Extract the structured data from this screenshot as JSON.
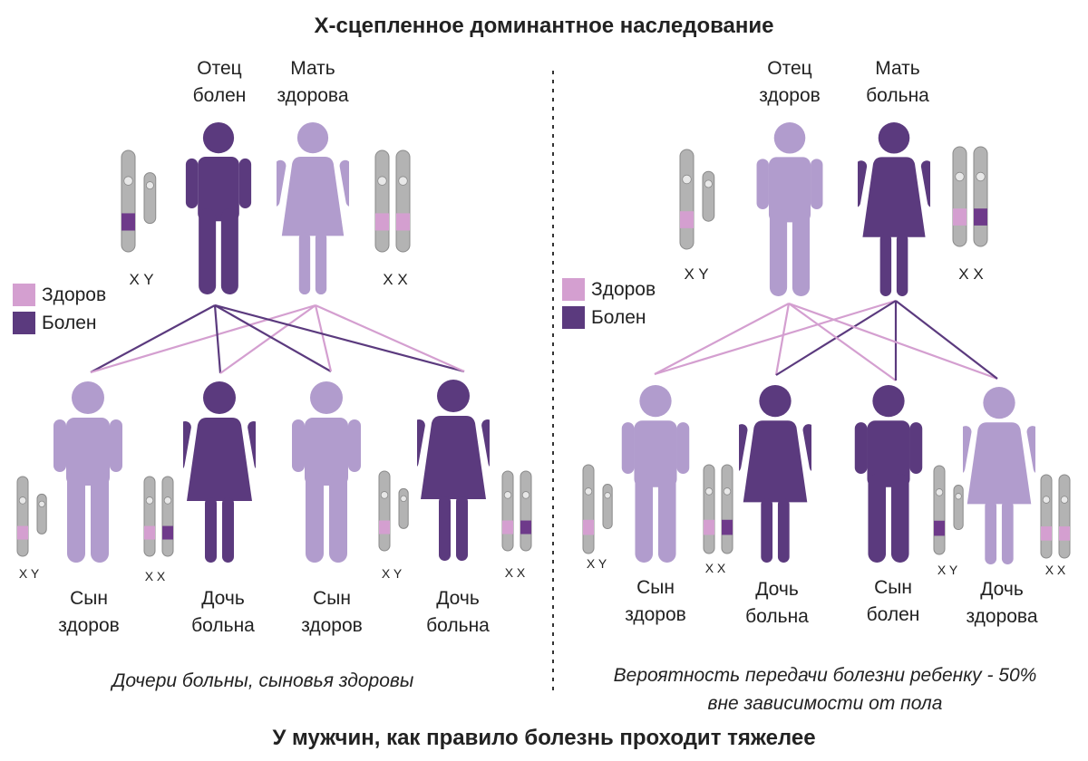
{
  "title": "Х-сцепленное доминантное наследование",
  "footer": "У мужчин, как правило болезнь проходит тяжелее",
  "colors": {
    "healthy": "#b19ccd",
    "sick": "#5b3a7e",
    "healthy_band": "#d49fd0",
    "sick_band": "#6e3a8a",
    "chromosome": "#b3b3b3"
  },
  "legend": {
    "healthy": "Здоров",
    "sick": "Болен"
  },
  "panels": [
    {
      "caption": "Дочери больны, сыновья здоровы",
      "father": {
        "label": "Отец\nболен",
        "status": "sick",
        "icon": "male-figure-icon",
        "chromosomes": "X  Y"
      },
      "mother": {
        "label": "Мать\nздорова",
        "status": "healthy",
        "icon": "female-figure-icon",
        "chromosomes": "X  X"
      },
      "children": [
        {
          "label": "Сын\nздоров",
          "status": "healthy",
          "sex": "male",
          "chromosomes": "X  Y"
        },
        {
          "label": "Дочь\nбольна",
          "status": "sick",
          "sex": "female",
          "chromosomes": "X  X"
        },
        {
          "label": "Сын\nздоров",
          "status": "healthy",
          "sex": "male",
          "chromosomes": "X  Y"
        },
        {
          "label": "Дочь\nбольна",
          "status": "sick",
          "sex": "female",
          "chromosomes": "X  X"
        }
      ]
    },
    {
      "caption": "Вероятность передачи болезни ребенку - 50%\nвне зависимости от пола",
      "father": {
        "label": "Отец\nздоров",
        "status": "healthy",
        "icon": "male-figure-icon",
        "chromosomes": "X  Y"
      },
      "mother": {
        "label": "Мать\nбольна",
        "status": "sick",
        "icon": "female-figure-icon",
        "chromosomes": "X  X"
      },
      "children": [
        {
          "label": "Сын\nздоров",
          "status": "healthy",
          "sex": "male",
          "chromosomes": "X  Y"
        },
        {
          "label": "Дочь\nбольна",
          "status": "sick",
          "sex": "female",
          "chromosomes": "X  X"
        },
        {
          "label": "Сын\nболен",
          "status": "sick",
          "sex": "male",
          "chromosomes": "X  Y"
        },
        {
          "label": "Дочь\nздорова",
          "status": "healthy",
          "sex": "female",
          "chromosomes": "X  X"
        }
      ]
    }
  ]
}
